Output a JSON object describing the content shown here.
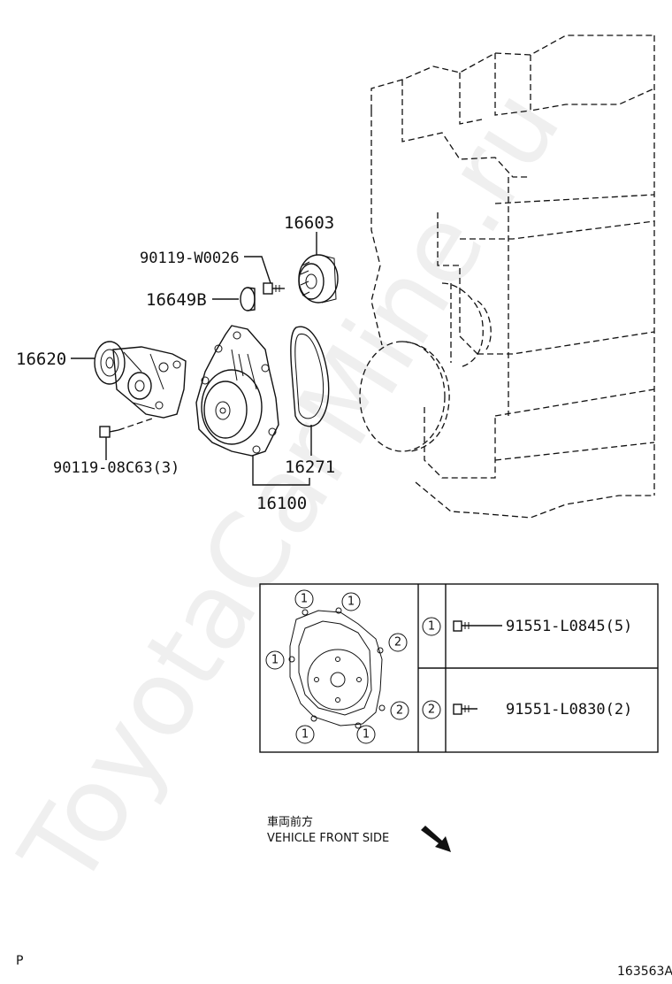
{
  "watermark": "ToyotaCarMine.ru",
  "parts": {
    "p16603": "16603",
    "p90119_w0026": "90119-W0026",
    "p16649b": "16649B",
    "p16620": "16620",
    "p90119_08c63": "90119-08C63(3)",
    "p16271": "16271",
    "p16100": "16100"
  },
  "bolt_table": {
    "rows": [
      {
        "ref": "1",
        "part": "91551-L0845(5)"
      },
      {
        "ref": "2",
        "part": "91551-L0830(2)"
      }
    ],
    "callouts": [
      "1",
      "1",
      "2",
      "1",
      "2",
      "1",
      "1"
    ]
  },
  "direction": {
    "label_jp": "車両前方",
    "label_en": "VEHICLE FRONT SIDE"
  },
  "corner_left": "P",
  "diagram_id": "163563A"
}
